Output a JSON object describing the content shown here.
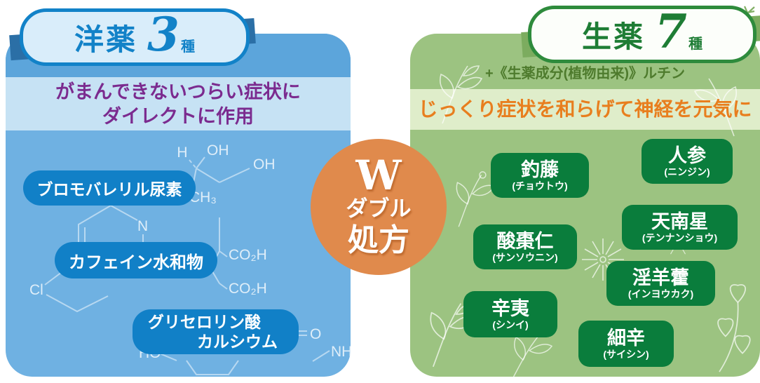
{
  "colors": {
    "blue_panel": "#6FB1E2",
    "blue_light_band": "#C6E2F4",
    "blue_pill": "#1180C7",
    "blue_accent": "#1282C8",
    "purple_text": "#7B2B8F",
    "green_panel": "#9CC381",
    "green_light_band": "#DFEDCA",
    "green_pill": "#0A7D3C",
    "green_accent": "#2E8B3C",
    "orange_circle": "#E08A4C",
    "orange_text": "#E87E1E",
    "rutin_text": "#4E7B2D"
  },
  "western": {
    "badge_title": "洋薬",
    "badge_count": "3",
    "badge_unit": "種",
    "tagline_line1": "がまんできないつらい症状に",
    "tagline_line2": "ダイレクトに作用",
    "pills": [
      {
        "line1": "ブロモバレリル尿素",
        "line2": ""
      },
      {
        "line1": "カフェイン水和物",
        "line2": ""
      },
      {
        "line1": "グリセロリン酸",
        "line2": "カルシウム"
      }
    ],
    "chem_labels": {
      "h": "H",
      "oh1": "OH",
      "oh2": "OH",
      "ch3": "CH₃",
      "n": "N",
      "co2h1": "CO₂H",
      "co2h2": "CO₂H",
      "cl": "Cl",
      "o": "O",
      "nh": "NH",
      "ho": "HO"
    }
  },
  "center_badge": {
    "letter": "W",
    "line1": "ダブル",
    "line2": "処方"
  },
  "herbal": {
    "badge_title": "生薬",
    "badge_count": "7",
    "badge_unit": "種",
    "plus_note": "+《生薬成分(植物由来)》ルチン",
    "tagline": "じっくり症状を和らげて神経を元気に",
    "herbs": [
      {
        "name": "釣藤",
        "reading": "(チョウトウ)"
      },
      {
        "name": "人参",
        "reading": "(ニンジン)"
      },
      {
        "name": "酸棗仁",
        "reading": "(サンソウニン)"
      },
      {
        "name": "天南星",
        "reading": "(テンナンショウ)"
      },
      {
        "name": "淫羊藿",
        "reading": "(インヨウカク)"
      },
      {
        "name": "辛夷",
        "reading": "(シンイ)"
      },
      {
        "name": "細辛",
        "reading": "(サイシン)"
      }
    ]
  }
}
